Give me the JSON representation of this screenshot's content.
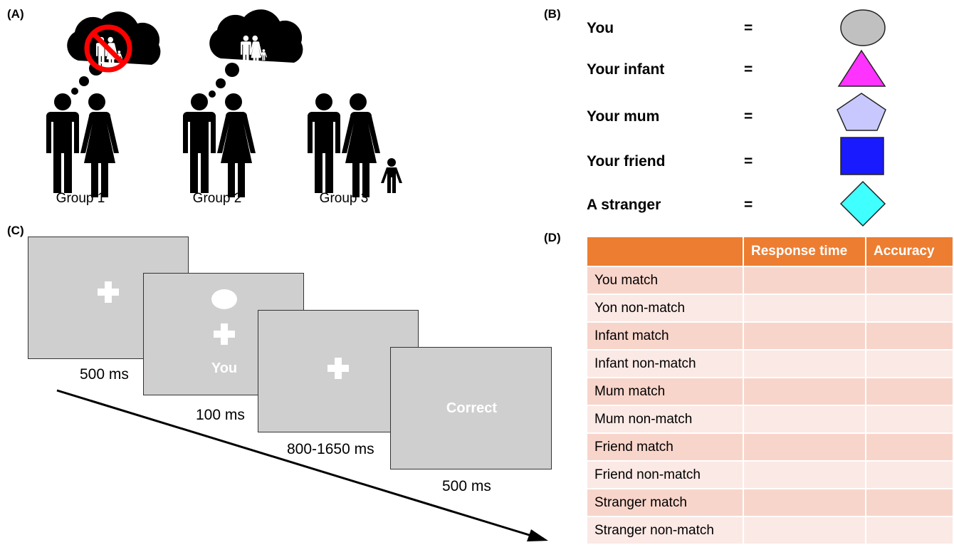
{
  "panels": {
    "a_label": "(A)",
    "b_label": "(B)",
    "c_label": "(C)",
    "d_label": "(D)"
  },
  "groups": [
    {
      "label": "Group 1",
      "thought": "crossed-out family"
    },
    {
      "label": "Group 2",
      "thought": "family"
    },
    {
      "label": "Group 3",
      "thought": "none"
    }
  ],
  "legend": [
    {
      "label": "You",
      "eq": "=",
      "shape": "circle-icon",
      "color": "#c0c0c0"
    },
    {
      "label": "Your infant",
      "eq": "=",
      "shape": "triangle-icon",
      "color": "#ff33ff"
    },
    {
      "label": "Your mum",
      "eq": "=",
      "shape": "pentagon-icon",
      "color": "#c8c8ff"
    },
    {
      "label": "Your friend",
      "eq": "=",
      "shape": "square-icon",
      "color": "#1a1aff"
    },
    {
      "label": "A stranger",
      "eq": "=",
      "shape": "diamond-icon",
      "color": "#40ffff"
    }
  ],
  "trial": {
    "screen1_duration": "500 ms",
    "screen2_label": "You",
    "screen2_duration": "100 ms",
    "screen3_duration": "800-1650 ms",
    "screen4_feedback": "Correct",
    "screen4_duration": "500 ms"
  },
  "table": {
    "headers": [
      "",
      "Response time",
      "Accuracy"
    ],
    "rows": [
      "You match",
      "Yon non-match",
      "Infant match",
      "Infant non-match",
      "Mum match",
      "Mum non-match",
      "Friend match",
      "Friend non-match",
      "Stranger match",
      "Stranger non-match"
    ]
  },
  "colors": {
    "header": "#ed7d31",
    "row_dark": "#f8d5cb",
    "row_light": "#fbe9e5",
    "screen": "#d0cfcf"
  }
}
